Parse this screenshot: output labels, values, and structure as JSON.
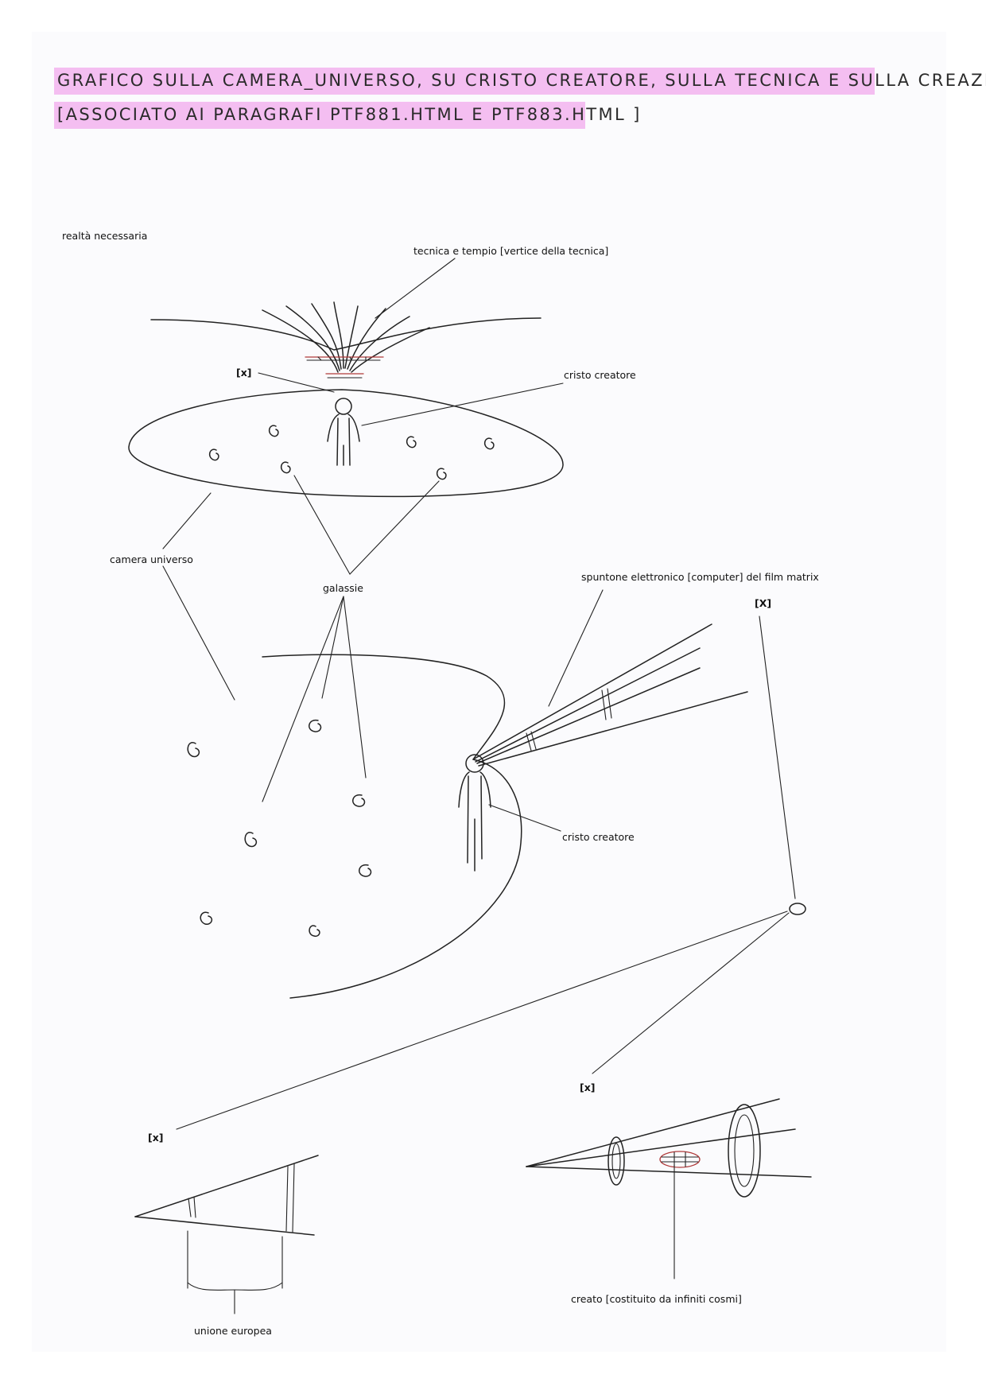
{
  "title": {
    "line1": "GRAFICO SULLA CAMERA_UNIVERSO, SU CRISTO CREATORE, SULLA TECNICA E SULLA CREAZIONE",
    "line2": "[ASSOCIATO AI PARAGRAFI PTF881.HTML E PTF883.HTML ]",
    "highlight_color": "#f2b3ee"
  },
  "labels": {
    "realta": "realtà necessaria",
    "tecnica": "tecnica e tempio [vertice della tecnica]",
    "x_top": "[x]",
    "cristo_top": "cristo creatore",
    "camera": "camera universo",
    "galassie": "galassie",
    "spuntone": "spuntone elettronico [computer] del film matrix",
    "x_right": "[X]",
    "cristo_mid": "cristo creatore",
    "x_lower_right": "[x]",
    "x_lower_left": "[x]",
    "creato": "creato [costituito da infiniti cosmi]",
    "unione": "unione europea"
  },
  "icons": [
    "galaxy-spiral-icon",
    "human-figure-icon"
  ]
}
